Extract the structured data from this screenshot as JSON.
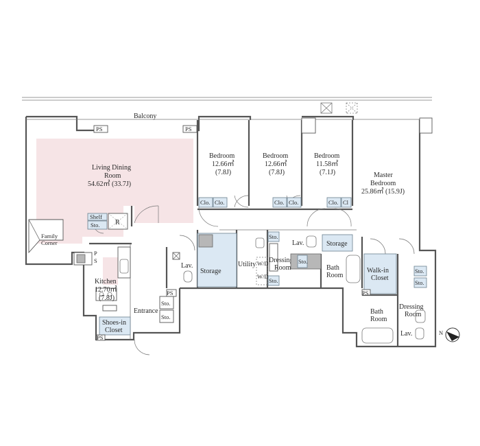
{
  "colors": {
    "living_highlight": "#f6e4e6",
    "storage_blue": "#dbe8f3",
    "wall": "#555555"
  },
  "labels": {
    "balcony": "Balcony",
    "ps": "PS",
    "ps_stack_p": "P",
    "ps_stack_s": "S",
    "living_l1": "Living Dining",
    "living_l2": "Room",
    "living_l3": "54.62㎡ (33.7J)",
    "family_l1": "Family",
    "family_l2": "Corner",
    "shelf": "Shelf",
    "sto": "Sto.",
    "r": "R",
    "bed1_l1": "Bedroom",
    "bed1_l2": "12.66㎡",
    "bed1_l3": "(7.8J)",
    "bed2_l1": "Bedroom",
    "bed2_l2": "12.66㎡",
    "bed2_l3": "(7.8J)",
    "bed3_l1": "Bedroom",
    "bed3_l2": "11.58㎡",
    "bed3_l3": "(7.1J)",
    "master_l1": "Master",
    "master_l2": "Bedroom",
    "master_l3": "25.86㎡ (15.9J)",
    "clo": "Clo.",
    "cl": "Cl",
    "kitchen_l1": "Kitchen",
    "kitchen_l2": "12.70㎡",
    "kitchen_l3": "(7.8J)",
    "shoes_l1": "Shoes-in",
    "shoes_l2": "Closet",
    "entrance": "Entrance",
    "lav": "Lav.",
    "storage": "Storage",
    "utility": "Utility",
    "wd": "W/D",
    "dressing_l1": "Dressing",
    "dressing_l2": "Room",
    "bath_l1": "Bath",
    "bath_l2": "Room",
    "walkin_l1": "Walk-in",
    "walkin_l2": "Closet",
    "north": "N"
  }
}
